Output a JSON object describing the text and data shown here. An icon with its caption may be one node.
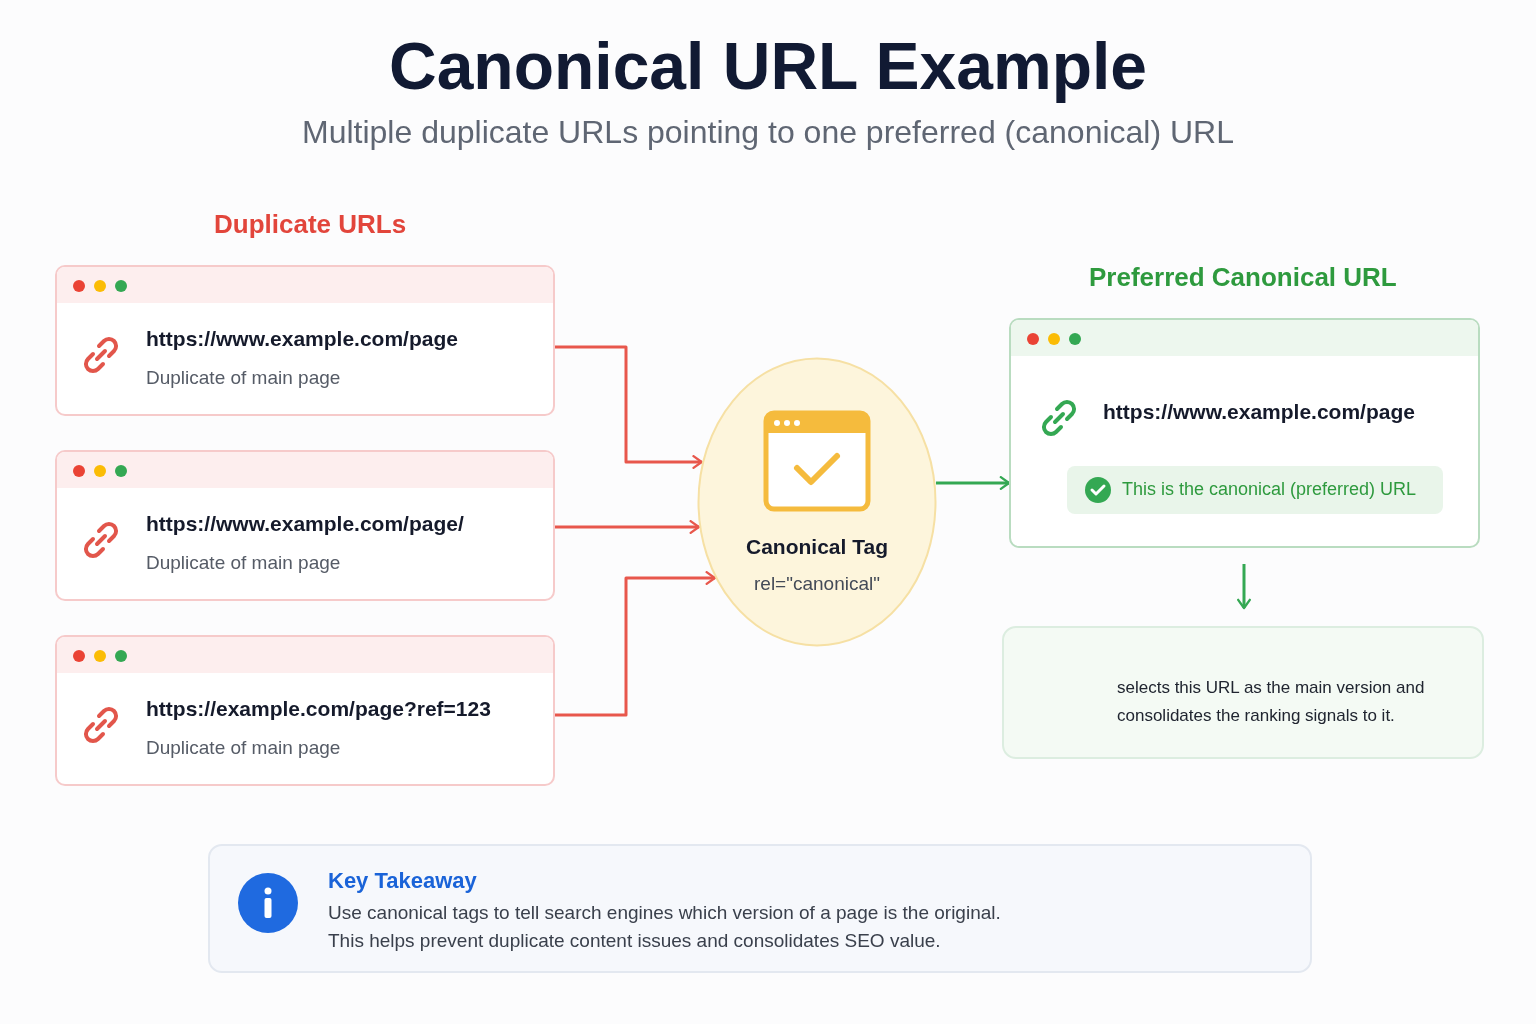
{
  "diagram": {
    "title": "Canonical URL Example",
    "nodes": [
      {
        "text": [
          "https://www.example.com/page",
          "Duplicate of main page"
        ]
      },
      {
        "text": [
          "https://www.example.com/page/",
          "Duplicate of main page"
        ]
      },
      {
        "text": [
          "https://example.com/page?ref=123",
          "Duplicate of main page"
        ]
      },
      {
        "text": [
          "Canonical Tag",
          "rel=\"canonical\""
        ]
      },
      {
        "text": [
          "https://www.example.com/page"
        ]
      },
      {
        "text": [
          "This is the canonical (preferred) URL"
        ],
        "in": 4
      },
      {
        "text": [
          "selects this URL as the main version and consolidates the ranking signals to it."
        ]
      },
      {
        "text": [
          "Key Takeaway",
          "Use canonical tags to tell search engines which version of a page is the original.",
          "This helps prevent duplicate content issues and consolidates SEO value."
        ]
      }
    ],
    "edges": [
      {
        "from": 0,
        "to": 3,
        "arrow": "to"
      },
      {
        "from": 1,
        "to": 3,
        "arrow": "to"
      },
      {
        "from": 2,
        "to": 3,
        "arrow": "to"
      },
      {
        "from": 3,
        "to": 4,
        "arrow": "to",
        "color": "#34a853"
      },
      {
        "from": 4,
        "to": 6,
        "arrow": "to",
        "color": "#34a853"
      }
    ],
    "labels": [
      "Multiple duplicate URLs pointing to one preferred (canonical) URL",
      "Duplicate URLs",
      "Preferred Canonical URL"
    ]
  }
}
